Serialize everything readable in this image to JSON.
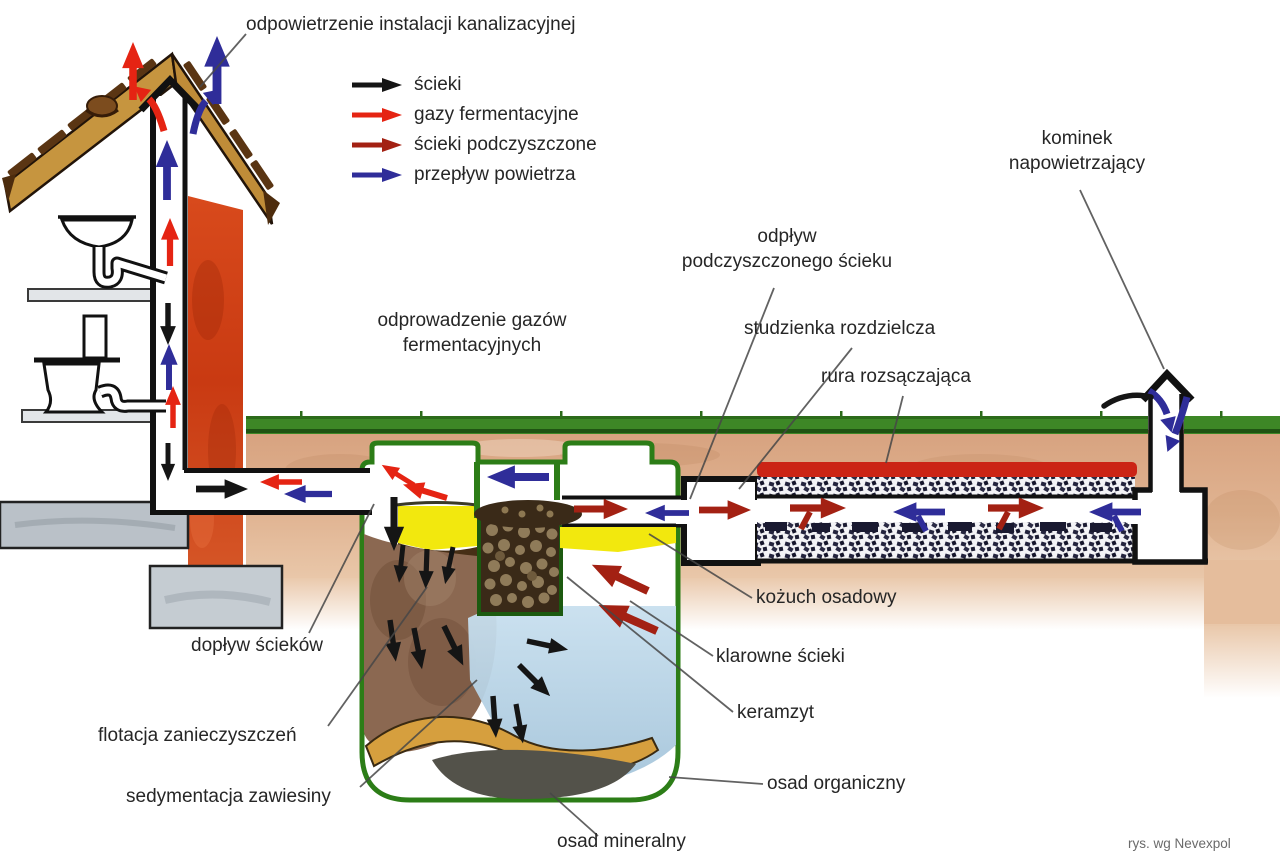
{
  "labels": {
    "vent_installation": "odpowietrzenie instalacji kanalizacyjnej",
    "kominek": "kominek\nnapowietrzający",
    "odplyw": "odpływ\npodczyszczonego ścieku",
    "odprowadzenie_gazow": "odprowadzenie gazów\nfermentacyjnych",
    "studzienka": "studzienka rozdzielcza",
    "rura": "rura rozsączająca",
    "kozuch": "kożuch osadowy",
    "klarowne": "klarowne ścieki",
    "keramzyt": "keramzyt",
    "doplyw": "dopływ ścieków",
    "flotacja": "flotacja zanieczyszczeń",
    "sedymentacja": "sedymentacja zawiesiny",
    "osad_organiczny": "osad organiczny",
    "osad_mineralny": "osad mineralny"
  },
  "legend": {
    "items": [
      {
        "label": "ścieki",
        "color": "#151515"
      },
      {
        "label": "gazy fermentacyjne",
        "color": "#e52413"
      },
      {
        "label": "ścieki podczyszczone",
        "color": "#a32113"
      },
      {
        "label": "przepływ powietrza",
        "color": "#2f2d99"
      }
    ]
  },
  "credit": "rys. wg Nevexpol",
  "colors": {
    "sewage_arrow": "#151515",
    "fermentation_gas_arrow": "#e52413",
    "pretreated_sewage_arrow": "#a32113",
    "airflow_arrow": "#2f2d99",
    "tank_outline": "#2c7d17",
    "grass": "#3d8726",
    "soil": "#e0b391",
    "scum_layer": "#f2e80e",
    "chimney": "#c93a12",
    "distribution_pipe": "#cb2415",
    "clear_water": "#b5cfe4"
  }
}
